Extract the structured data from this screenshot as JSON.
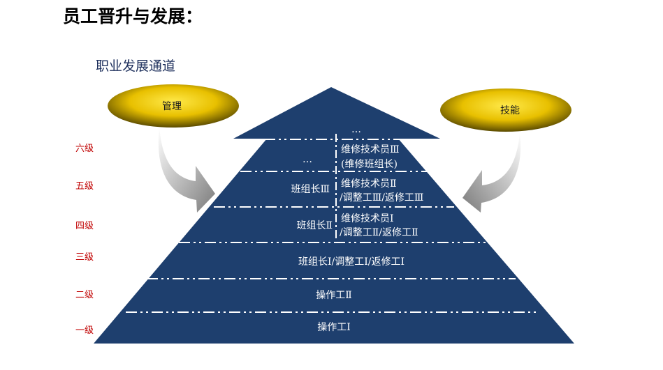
{
  "title": "员工晋升与发展：",
  "subtitle": "职业发展通道",
  "tracks": {
    "management": "管理",
    "skill": "技能"
  },
  "levels": [
    "六级",
    "五级",
    "四级",
    "三级",
    "二级",
    "一级"
  ],
  "pyramid": {
    "top_ellipsis": "…",
    "left_ellipsis": "…",
    "level6_right_line1": "维修技术员Ⅲ",
    "level6_right_line2": "(维修班组长)",
    "level5_left": "班组长Ⅲ",
    "level5_right_line1": "维修技术员Ⅱ",
    "level5_right_line2": "/调整工Ⅲ/返修工Ⅲ",
    "level4_left": "班组长Ⅱ",
    "level4_right_line1": "维修技术员Ⅰ",
    "level4_right_line2": "/调整工Ⅱ/返修工Ⅱ",
    "level3": "班组长Ⅰ/调整工Ⅰ/返修工Ⅰ",
    "level2": "操作工Ⅱ",
    "level1": "操作工Ⅰ"
  },
  "colors": {
    "pyramid": "#1e3f6e",
    "ellipse_gold": "#e8c000",
    "level_label": "#c00000",
    "arrow_gray": "#8a8a8a"
  }
}
